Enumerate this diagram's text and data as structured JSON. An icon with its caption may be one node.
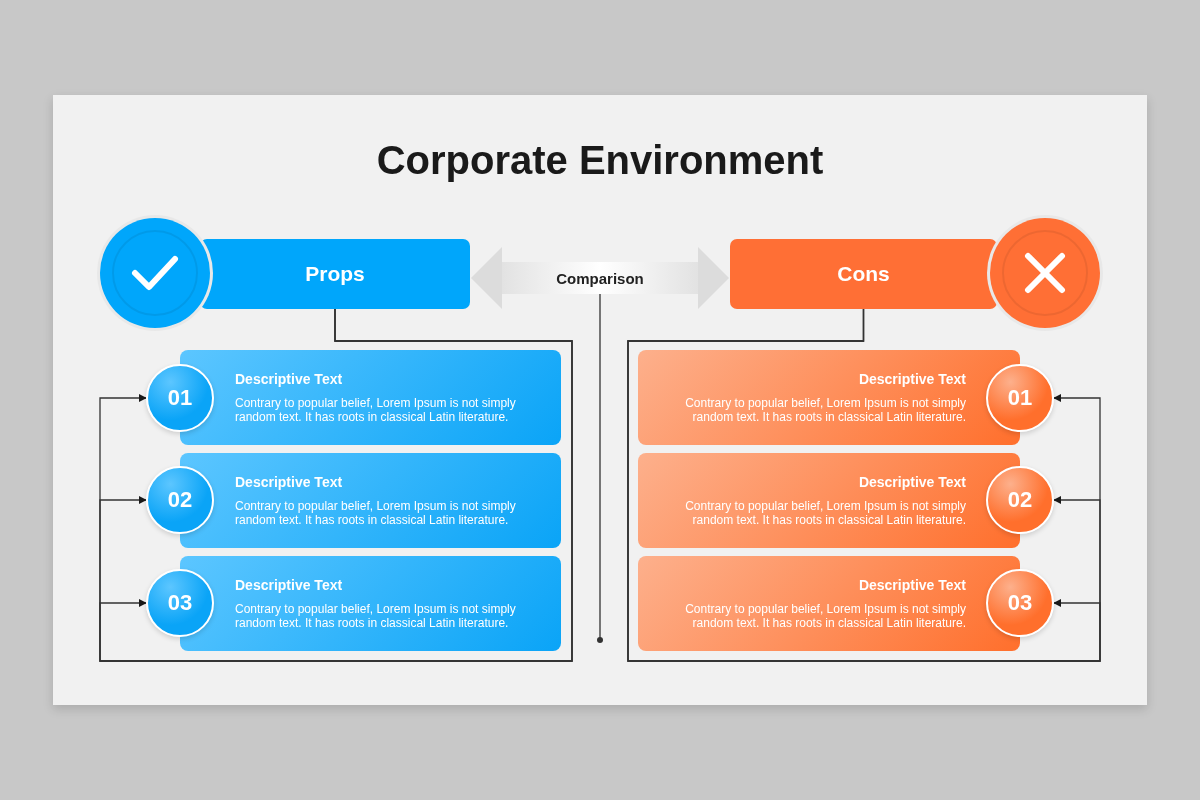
{
  "diagram": {
    "title": "Corporate Environment",
    "nodes": [
      {
        "text": [
          "Props"
        ]
      },
      {
        "text": [
          "Cons"
        ]
      },
      {
        "text": [
          "01"
        ]
      },
      {
        "text": [
          "Descriptive Text",
          "Contrary to popular belief, Lorem Ipsum is not simply random text. It has roots in classical Latin literature."
        ]
      },
      {
        "text": [
          "Descriptive Text",
          "Contrary to popular belief, Lorem Ipsum is not simply random text. It has roots in classical Latin literature."
        ]
      },
      {
        "text": [
          "01"
        ]
      },
      {
        "text": [
          "02"
        ]
      },
      {
        "text": [
          "Descriptive Text",
          "Contrary to popular belief, Lorem Ipsum is not simply random text. It has roots in classical Latin literature."
        ]
      },
      {
        "text": [
          "Descriptive Text",
          "Contrary to popular belief, Lorem Ipsum is not simply random text. It has roots in classical Latin literature."
        ]
      },
      {
        "text": [
          "02"
        ]
      },
      {
        "text": [
          "03"
        ]
      },
      {
        "text": [
          "Descriptive Text",
          "Contrary to popular belief, Lorem Ipsum is not simply random text. It has roots in classical Latin literature."
        ]
      },
      {
        "text": [
          "Descriptive Text",
          "Contrary to popular belief, Lorem Ipsum is not simply random text. It has roots in classical Latin literature."
        ]
      },
      {
        "text": [
          "03"
        ]
      }
    ],
    "edges": [
      {
        "from": 0,
        "to": 1,
        "arrow": "both",
        "label": "Comparison",
        "style": "thick",
        "color": "#dcdcdc"
      },
      {
        "from": 0,
        "to": 2,
        "arrow": "to"
      },
      {
        "from": 0,
        "to": 6,
        "arrow": "to"
      },
      {
        "from": 0,
        "to": 10,
        "arrow": "to"
      },
      {
        "from": 1,
        "to": 5,
        "arrow": "to"
      },
      {
        "from": 1,
        "to": 9,
        "arrow": "to"
      },
      {
        "from": 1,
        "to": 13,
        "arrow": "to"
      }
    ]
  }
}
